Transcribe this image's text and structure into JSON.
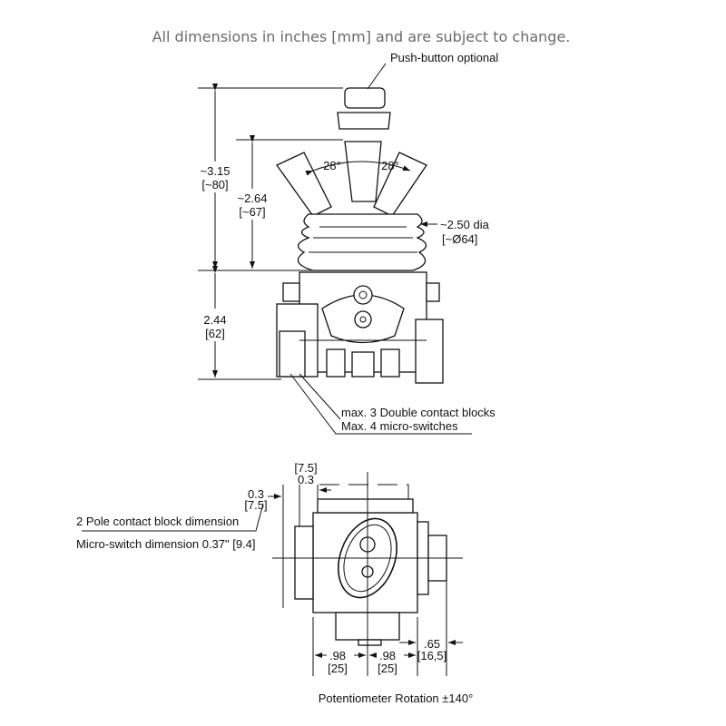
{
  "header": {
    "note": "All dimensions in inches [mm] and are subject to change."
  },
  "side_view": {
    "push_button_label": "Push-button optional",
    "overall_height": {
      "in": "~3.15",
      "mm": "[~80]"
    },
    "handle_height": {
      "in": "~2.64",
      "mm": "[~67]"
    },
    "angle_left": "28°",
    "angle_right": "28°",
    "boot_diameter": {
      "in": "~2.50 dia",
      "mm": "[~Ø64]"
    },
    "body_height": {
      "in": "2.44",
      "mm": "[62]"
    },
    "contact_note_1": "max. 3 Double contact blocks",
    "contact_note_2": "Max. 4 micro-switches"
  },
  "top_view": {
    "dim_top": {
      "mm": "[7.5]",
      "in": "0.3"
    },
    "dim_left": {
      "in": "0.3",
      "mm": "[7.5]"
    },
    "contact_block_label": "2 Pole contact block dimension",
    "micro_switch_label": "Micro-switch dimension 0.37\" [9.4]",
    "dim_bottom_1": {
      "in": ".98",
      "mm": "[25]"
    },
    "dim_bottom_2": {
      "in": ".98",
      "mm": "[25]"
    },
    "dim_bottom_3": {
      "in": ".65",
      "mm": "[16,5]"
    },
    "rotation_label": "Potentiometer Rotation ±140°"
  }
}
